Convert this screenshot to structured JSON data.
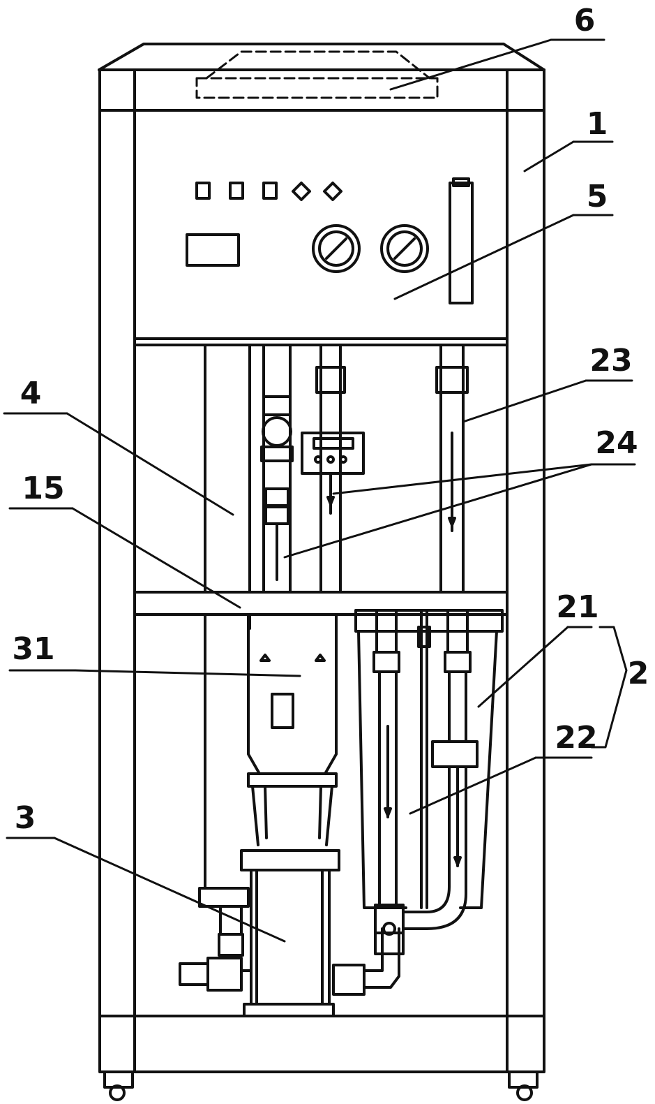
{
  "diagram": {
    "stroke_color": "#111111",
    "background": "#ffffff",
    "labels": [
      {
        "id": "label-6",
        "text": "6"
      },
      {
        "id": "label-1",
        "text": "1"
      },
      {
        "id": "label-5",
        "text": "5"
      },
      {
        "id": "label-23",
        "text": "23"
      },
      {
        "id": "label-4",
        "text": "4"
      },
      {
        "id": "label-24",
        "text": "24"
      },
      {
        "id": "label-15",
        "text": "15"
      },
      {
        "id": "label-21",
        "text": "21"
      },
      {
        "id": "label-2",
        "text": "2"
      },
      {
        "id": "label-31",
        "text": "31"
      },
      {
        "id": "label-22",
        "text": "22"
      },
      {
        "id": "label-3",
        "text": "3"
      }
    ]
  }
}
